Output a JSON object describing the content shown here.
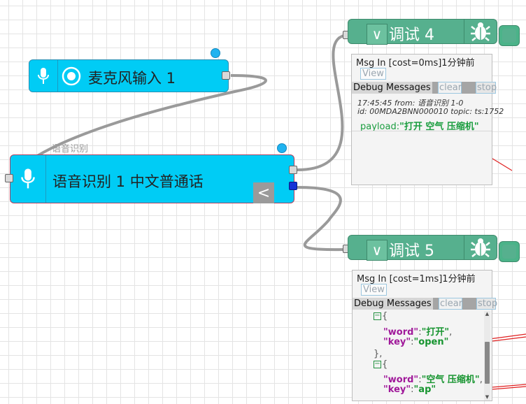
{
  "nodes": {
    "mic": {
      "label": "麦克风输入 1"
    },
    "asr": {
      "label": "语音识别 1 中文普通话",
      "caption": "语音识别"
    }
  },
  "debug4": {
    "title": "调试 4",
    "msg_in": "Msg In [cost=0ms]1分钟前",
    "view": "View",
    "messages_label": "Debug Messages",
    "clear": "clear",
    "stop": "stop",
    "meta_line1": "17:45:45 from: 语音识别 1-0",
    "meta_line2": "id: 00MDA2BNN000010 topic: ts:1752",
    "payload_key": "payload:",
    "payload_value": "\"打开 空气 压缩机\""
  },
  "debug5": {
    "title": "调试 5",
    "msg_in": "Msg In [cost=1ms]1分钟前",
    "view": "View",
    "messages_label": "Debug Messages",
    "clear": "clear",
    "stop": "stop",
    "json": {
      "open_brace": "{",
      "item1_word_key": "\"word\"",
      "item1_word_val": "\"打开\"",
      "item1_key_key": "\"key\"",
      "item1_key_val": "\"open\"",
      "close_brace": "},",
      "item2_word_key": "\"word\"",
      "item2_word_val": "\"空气 压缩机\"",
      "item2_key_key": "\"key\"",
      "item2_key_val": "\"ap\""
    }
  },
  "colors": {
    "node_blue": "#00ccf5",
    "debug_green": "#56b08e",
    "wire": "#999999",
    "annotation_red": "#e02020"
  }
}
